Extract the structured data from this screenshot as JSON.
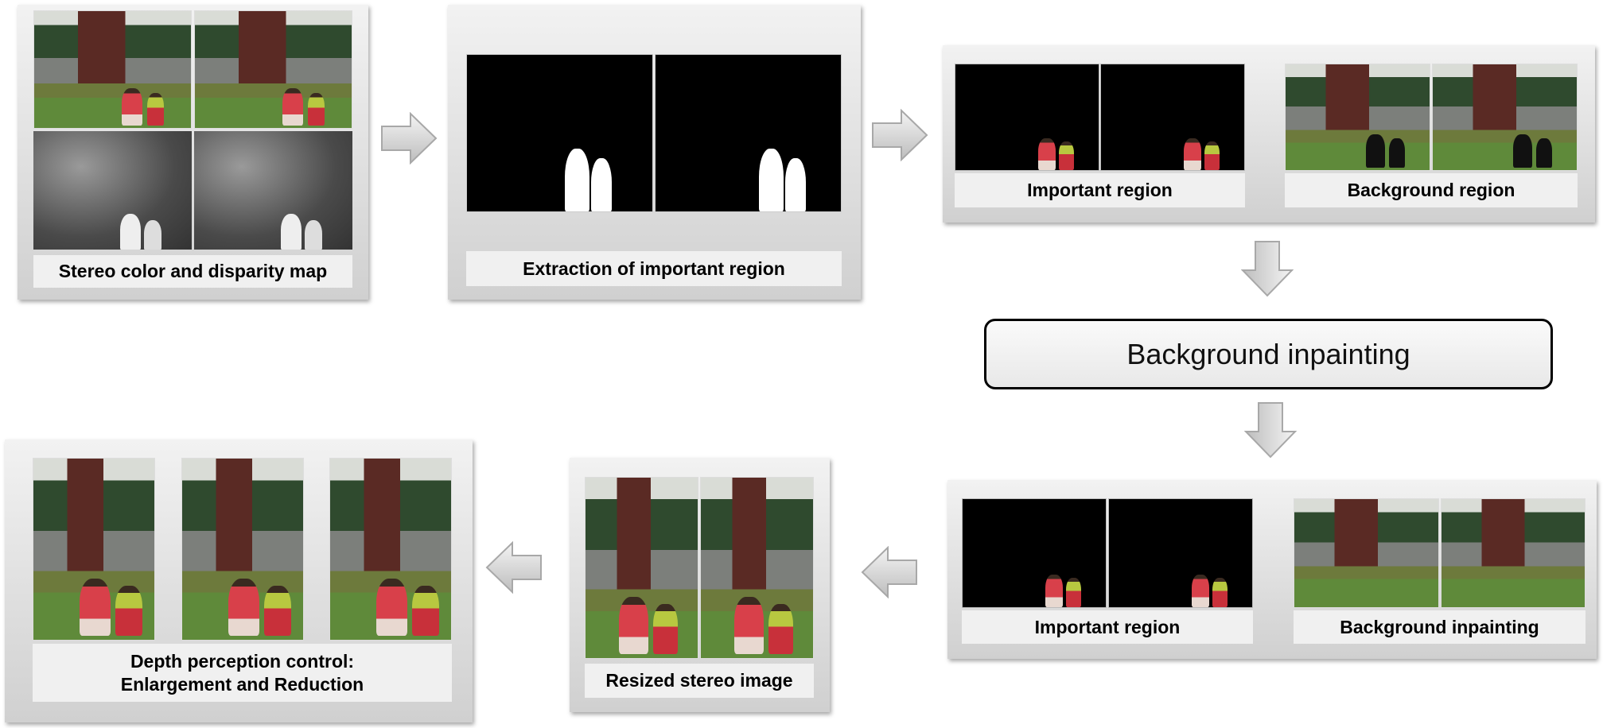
{
  "panels": {
    "stereo": {
      "label": "Stereo color and disparity map"
    },
    "extraction": {
      "label": "Extraction of important region"
    },
    "split": {
      "important_label": "Important region",
      "background_label": "Background region"
    },
    "inpainted": {
      "important_label": "Important region",
      "background_label": "Background inpainting"
    },
    "resized": {
      "label": "Resized stereo image"
    },
    "depth": {
      "label_line1": "Depth perception control:",
      "label_line2": "Enlargement and Reduction"
    }
  },
  "process_box": {
    "label": "Background inpainting"
  },
  "icons": {
    "arrow": "block-arrow"
  }
}
